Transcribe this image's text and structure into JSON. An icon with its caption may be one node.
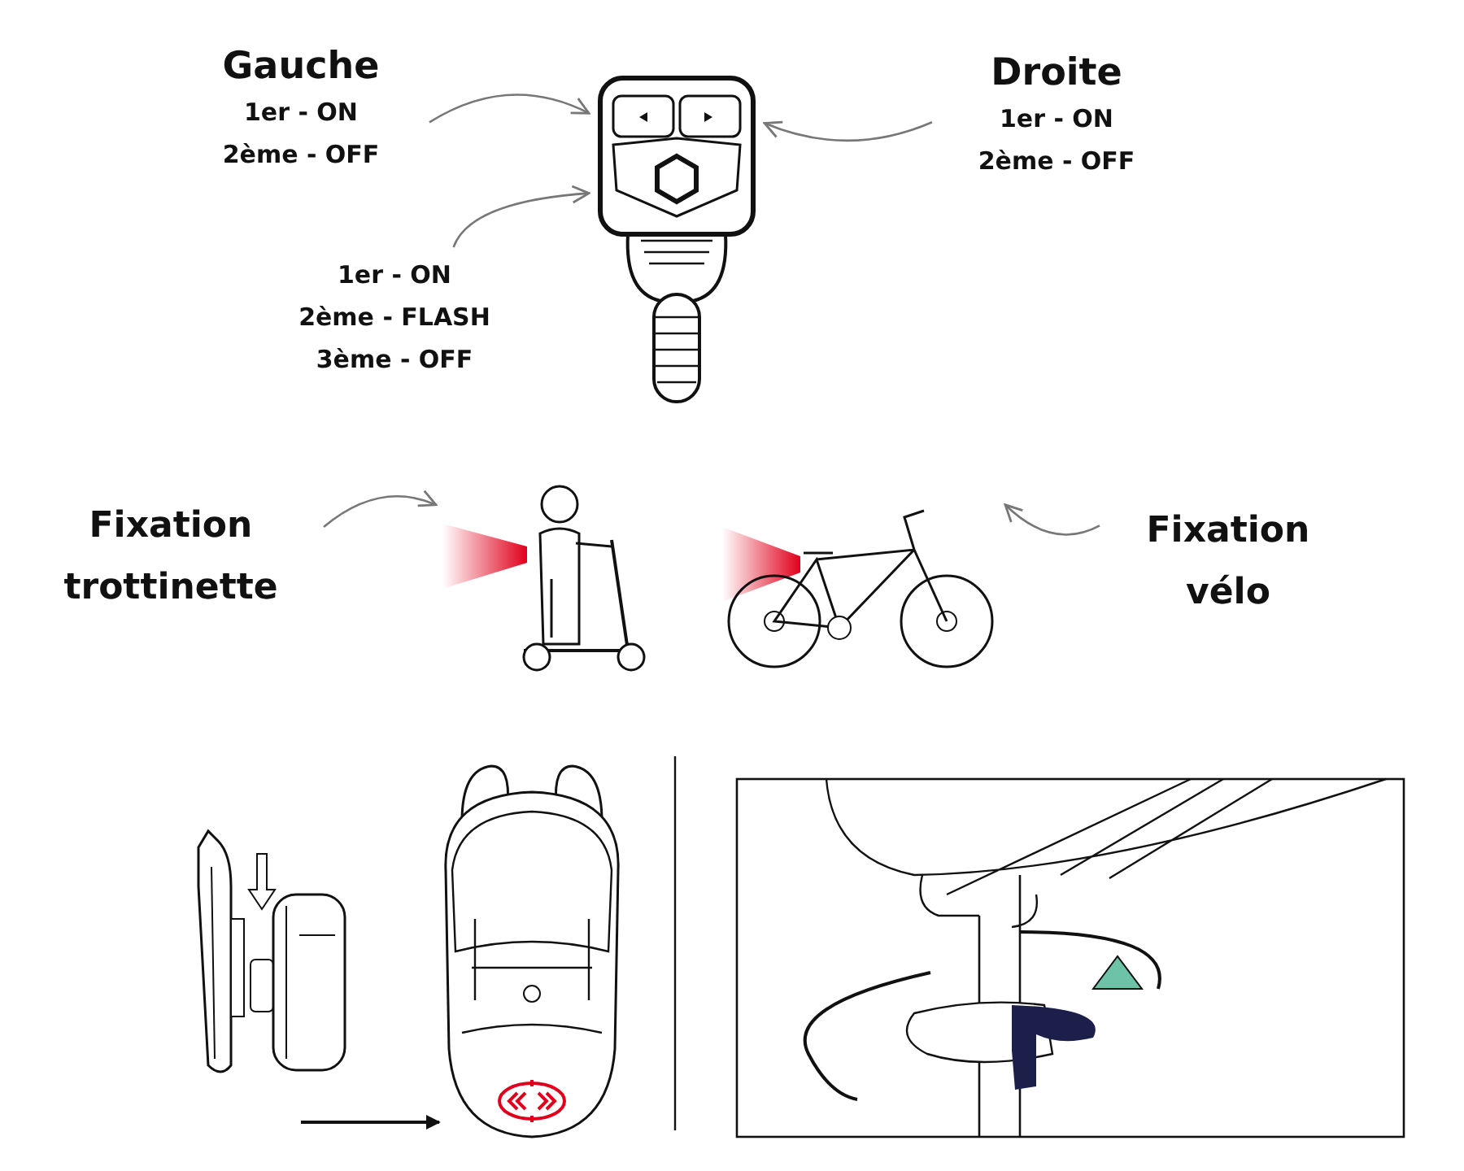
{
  "diagram": {
    "nodes": [
      {
        "text": [
          "Gauche",
          "1er - ON",
          "2ème - OFF"
        ]
      },
      {
        "text": [],
        "shape": "picture"
      },
      {
        "text": [
          "Droite",
          "1er - ON",
          "2ème - OFF"
        ]
      },
      {
        "text": [
          "1er - ON",
          "2ème - FLASH",
          "3ème - OFF"
        ]
      },
      {
        "text": [
          "Fixation trottinette"
        ]
      },
      {
        "text": [],
        "shape": "picture"
      },
      {
        "text": [],
        "shape": "picture"
      },
      {
        "text": [
          "Fixation vélo"
        ]
      },
      {
        "text": [],
        "shape": "picture"
      },
      {
        "text": [],
        "shape": "picture"
      },
      {
        "text": [],
        "shape": "picture"
      }
    ],
    "edges": [
      {
        "from": 0,
        "to": 1,
        "arrow": "to"
      },
      {
        "from": 2,
        "to": 1,
        "arrow": "to"
      },
      {
        "from": 3,
        "to": 1,
        "arrow": "to"
      },
      {
        "from": 4,
        "to": 5,
        "arrow": "to"
      },
      {
        "from": 7,
        "to": 6,
        "arrow": "to"
      }
    ]
  }
}
